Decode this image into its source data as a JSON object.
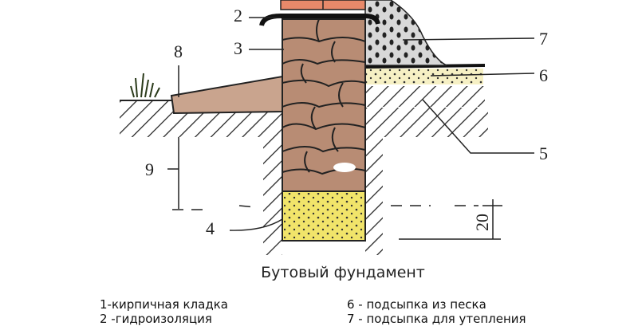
{
  "diagram": {
    "title": "Бутовый фундамент",
    "callouts": [
      "2",
      "3",
      "4",
      "5",
      "6",
      "7",
      "8",
      "9",
      "20"
    ],
    "legend_left": [
      "1-кирпичная кладка",
      "2 -гидроизоляция"
    ],
    "legend_right": [
      "6 - подсыпка из песка",
      "7 - подсыпка для утепления"
    ],
    "colors": {
      "brick": "#e8896a",
      "stone": "#b88c74",
      "sand_base": "#f1e46a",
      "sand_layer": "#f6f0c4",
      "gravel": "#d8d8d8",
      "blind_area": "#c9a48e"
    }
  }
}
